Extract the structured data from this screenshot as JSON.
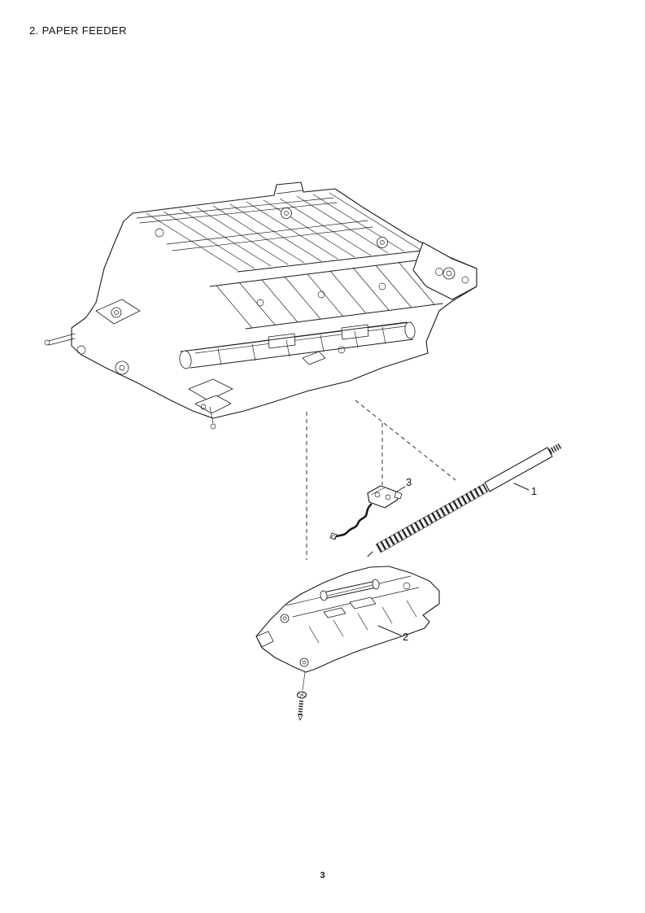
{
  "document": {
    "section_title": "2. PAPER FEEDER",
    "page_number": "3"
  },
  "diagram": {
    "type": "exploded-parts-diagram",
    "callouts": [
      {
        "label": "1"
      },
      {
        "label": "2"
      },
      {
        "label": "3"
      }
    ],
    "colors": {
      "ink": "#1c1c1c",
      "paper": "#ffffff"
    }
  }
}
